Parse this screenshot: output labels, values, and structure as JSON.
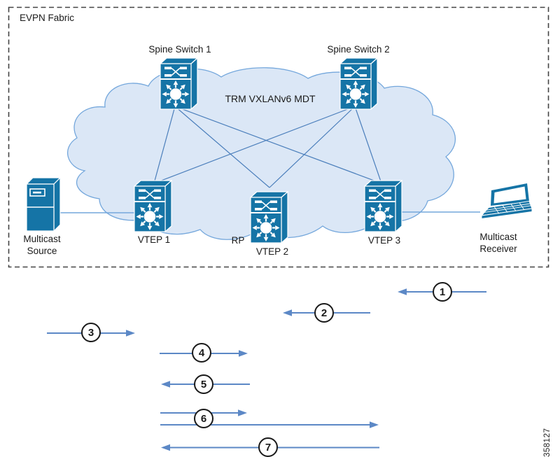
{
  "fabric": {
    "label": "EVPN Fabric"
  },
  "cloud": {
    "label": "TRM VXLANv6 MDT"
  },
  "nodes": {
    "spine1": {
      "label": "Spine Switch 1",
      "type": "switch"
    },
    "spine2": {
      "label": "Spine Switch 2",
      "type": "switch"
    },
    "vtep1": {
      "label": "VTEP 1",
      "type": "switch"
    },
    "vtep2": {
      "label": "VTEP 2",
      "role": "RP",
      "type": "switch"
    },
    "vtep3": {
      "label": "VTEP 3",
      "type": "switch"
    },
    "source": {
      "label": "Multicast Source",
      "line1": "Multicast",
      "line2": "Source",
      "type": "server"
    },
    "receiver": {
      "label": "Multicast Receiver",
      "line1": "Multicast",
      "line2": "Receiver",
      "type": "laptop"
    }
  },
  "links": [
    {
      "from": "Spine Switch 1",
      "to": "VTEP 1"
    },
    {
      "from": "Spine Switch 1",
      "to": "VTEP 2"
    },
    {
      "from": "Spine Switch 1",
      "to": "VTEP 3"
    },
    {
      "from": "Spine Switch 2",
      "to": "VTEP 1"
    },
    {
      "from": "Spine Switch 2",
      "to": "VTEP 2"
    },
    {
      "from": "Spine Switch 2",
      "to": "VTEP 3"
    },
    {
      "from": "Multicast Source",
      "to": "VTEP 1"
    },
    {
      "from": "VTEP 3",
      "to": "Multicast Receiver"
    }
  ],
  "flows": [
    {
      "number": "1",
      "direction": "left"
    },
    {
      "number": "2",
      "direction": "left"
    },
    {
      "number": "3",
      "direction": "right"
    },
    {
      "number": "4",
      "direction": "right"
    },
    {
      "number": "5",
      "direction": "left"
    },
    {
      "number": "6",
      "direction": "right"
    },
    {
      "number": "7",
      "direction": "left"
    }
  ],
  "figure_id": "358127",
  "colors": {
    "device_blue": "#1574A6",
    "cloud_fill": "#DBE7F6",
    "cloud_stroke": "#74A7DC",
    "mesh_line": "#4A7EBB",
    "flow_arrow": "#5C88C6",
    "border": "#444444"
  }
}
